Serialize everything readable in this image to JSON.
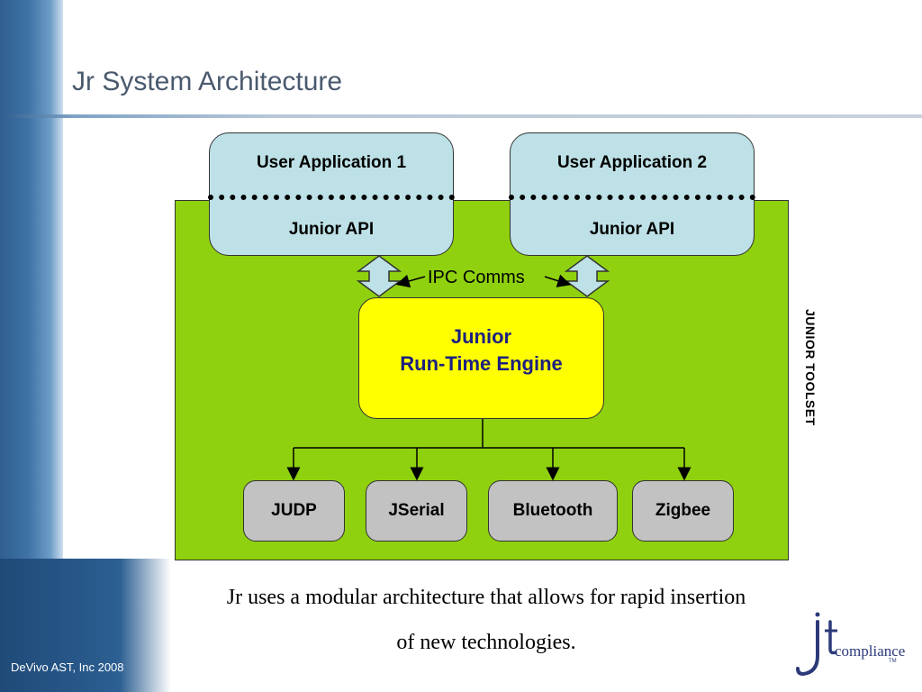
{
  "slide": {
    "title": "Jr System Architecture",
    "footer": "DeVivo AST, Inc 2008",
    "caption_line1": "Jr uses a modular architecture that allows for rapid insertion",
    "caption_line2": "of new technologies."
  },
  "diagram": {
    "toolset_label": "JUNIOR TOOLSET",
    "apps": [
      {
        "title": "User Application 1",
        "api": "Junior API"
      },
      {
        "title": "User Application 2",
        "api": "Junior API"
      }
    ],
    "ipc_label": "IPC Comms",
    "engine_line1": "Junior",
    "engine_line2": "Run-Time Engine",
    "transports": [
      "JUDP",
      "JSerial",
      "Bluetooth",
      "Zigbee"
    ]
  },
  "logo": {
    "text": "compliance",
    "tm": "TM"
  },
  "colors": {
    "toolset_fill": "#8fd10f",
    "app_fill": "#bde1e6",
    "engine_fill": "#ffff00",
    "transport_fill": "#c2c2c2",
    "engine_text": "#1d2080",
    "band_blue": "#2f5f8f"
  }
}
